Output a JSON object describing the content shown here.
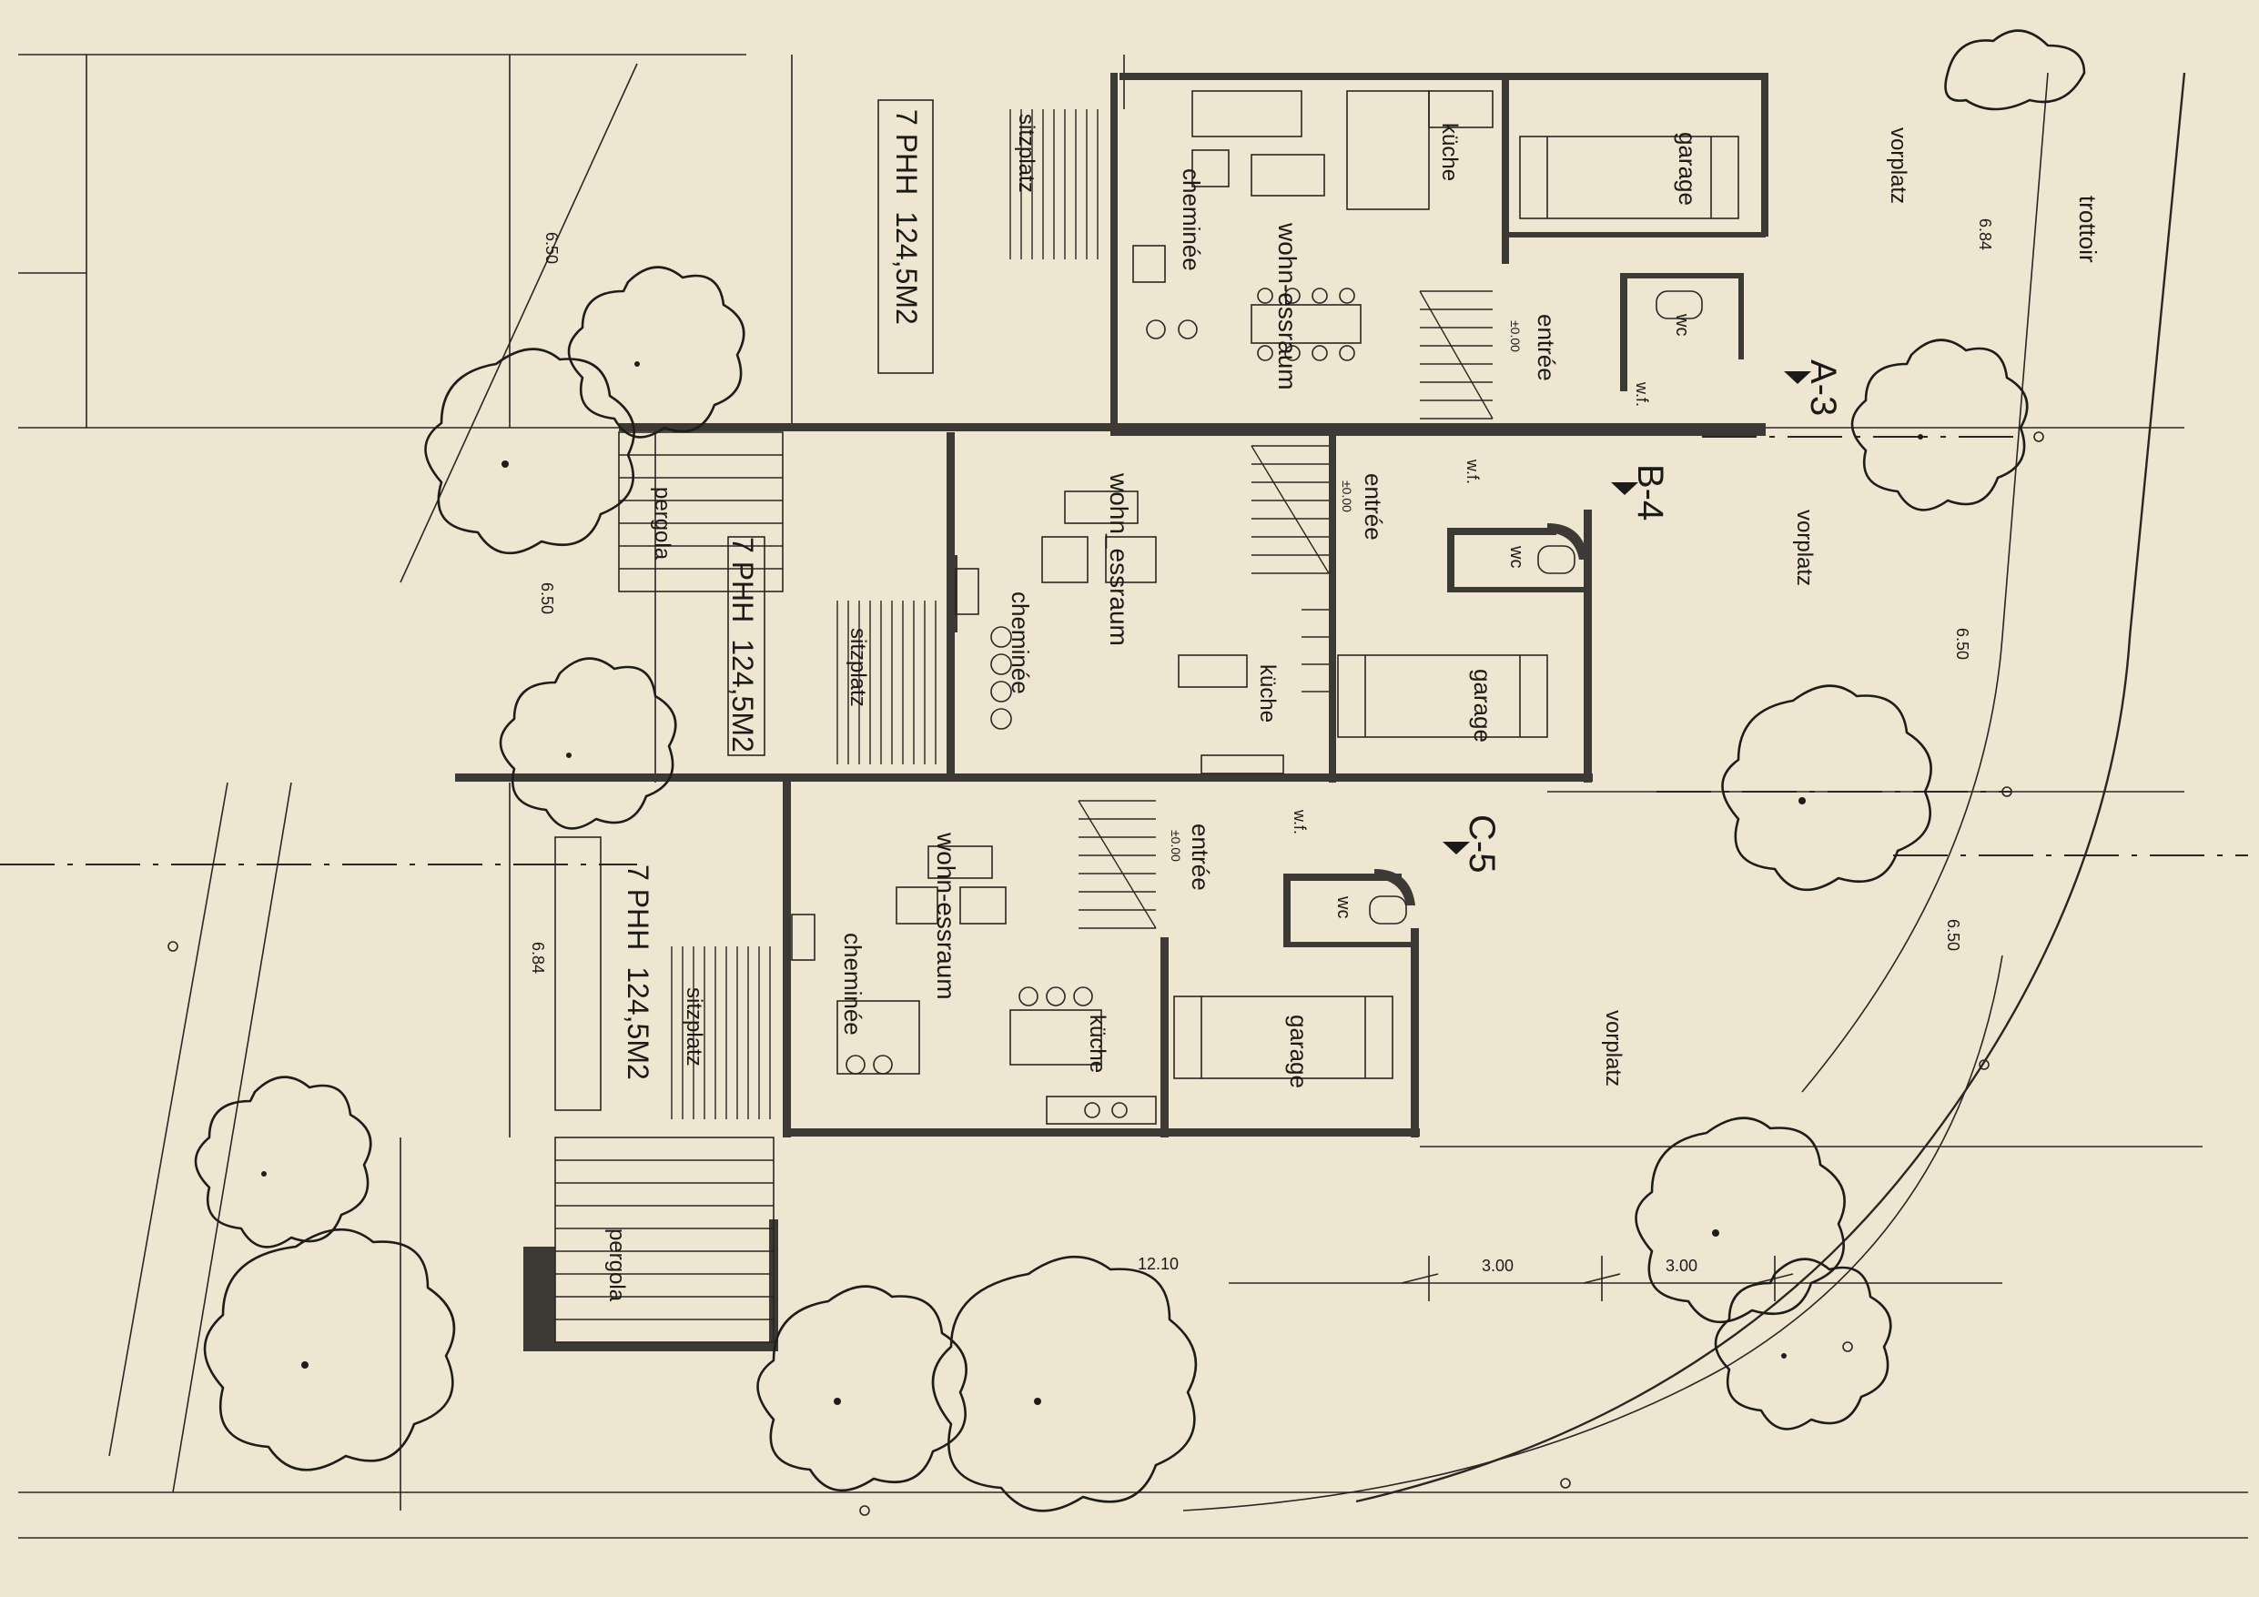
{
  "units": [
    {
      "id": "A-3",
      "section_label": "A-3",
      "type_label": "7 PHH",
      "area_label": "124,5M2",
      "rooms": {
        "living": "wohn-essraum",
        "fireplace": "cheminée",
        "kitchen": "küche",
        "garage": "garage",
        "entrance": "entrée",
        "wc": "wc",
        "wf": "w.f.",
        "seating": "sitzplatz",
        "forecourt": "vorplatz"
      },
      "level_mark": "±0.00"
    },
    {
      "id": "B-4",
      "section_label": "B-4",
      "type_label": "7 PHH",
      "area_label": "124,5M2",
      "rooms": {
        "living": "wohn_essraum",
        "fireplace": "cheminée",
        "kitchen": "küche",
        "garage": "garage",
        "entrance": "entrée",
        "wc": "wc",
        "wf": "w.f.",
        "seating": "sitzplatz",
        "pergola": "pergola",
        "forecourt": "vorplatz"
      },
      "level_mark": "±0.00"
    },
    {
      "id": "C-5",
      "section_label": "C-5",
      "type_label": "7 PHH",
      "area_label": "124,5M2",
      "rooms": {
        "living": "wohn-essraum",
        "fireplace": "cheminée",
        "kitchen": "küche",
        "garage": "garage",
        "entrance": "entrée",
        "wc": "wc",
        "wf": "w.f.",
        "seating": "sitzplatz",
        "pergola": "pergola",
        "forecourt": "vorplatz"
      },
      "level_mark": "±0.00"
    }
  ],
  "street_label": "trottoir",
  "dimensions": {
    "left": [
      "6.50",
      "6.50",
      "6.84"
    ],
    "right": [
      "6.84",
      "6.50",
      "6.50"
    ],
    "bottom": [
      "12.10",
      "3.00",
      "3.00"
    ]
  },
  "colors": {
    "paper": "#efe6d2",
    "ink": "#2a2622",
    "wall": "#3d3935"
  }
}
